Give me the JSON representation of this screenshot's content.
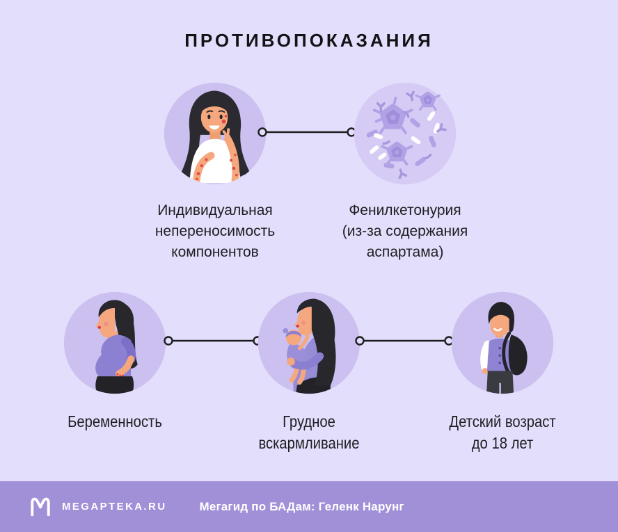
{
  "title": "ПРОТИВОПОКАЗАНИЯ",
  "colors": {
    "background": "#e3defb",
    "circle_fill": "#cbc0ef",
    "microbe_circle_fill": "#d5cbf5",
    "footer_background": "#a18fd8",
    "text": "#1e1e22",
    "connector": "#1d1d1f",
    "spot_red": "#e0474b",
    "clothing_purple": "#8c80d2"
  },
  "items": {
    "intolerance": {
      "label": "Индивидуальная\nнепереносимость\nкомпонентов",
      "icon": "allergy-woman-illustration"
    },
    "phenylketonuria": {
      "label": "Фенилкетонурия\n(из-за содержания\nаспартама)",
      "icon": "microbes-illustration"
    },
    "pregnancy": {
      "label": "Беременность",
      "icon": "pregnant-woman-illustration"
    },
    "breastfeeding": {
      "label": "Грудное\nвскармливание",
      "icon": "breastfeeding-mother-illustration"
    },
    "age": {
      "label": "Детский возраст\nдо 18 лет",
      "icon": "schoolboy-illustration"
    }
  },
  "footer": {
    "logo": "MEGAPTEKA.RU",
    "logo_icon": "megapteka-m-icon",
    "caption": "Мегагид по БАДам: Геленк Нарунг"
  }
}
